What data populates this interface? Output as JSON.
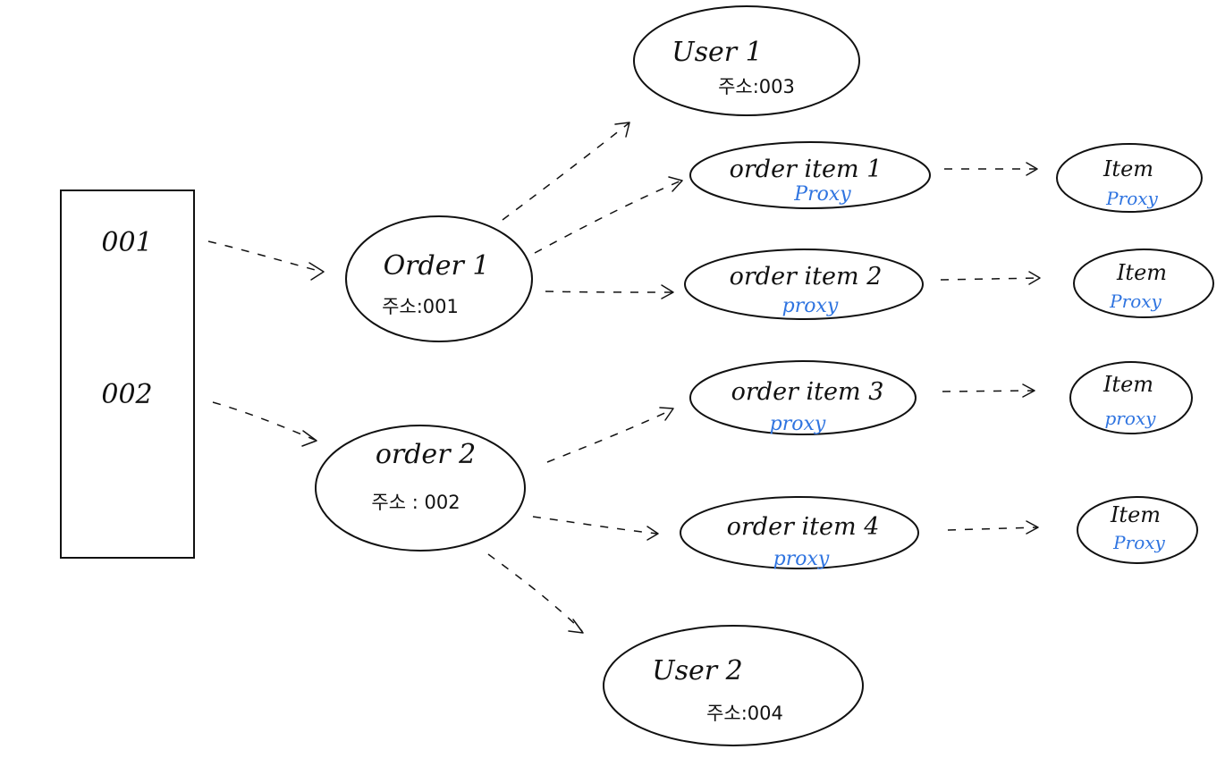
{
  "colors": {
    "ink": "#111111",
    "proxy": "#2f74e0",
    "background": "#ffffff"
  },
  "table": {
    "rows": [
      "001",
      "002"
    ]
  },
  "orders": [
    {
      "label": "Order 1",
      "sub": "주소:001"
    },
    {
      "label": "order 2",
      "sub": "주소 : 002"
    }
  ],
  "users": [
    {
      "label": "User 1",
      "sub": "주소:003"
    },
    {
      "label": "User 2",
      "sub": "주소:004"
    }
  ],
  "order_items": [
    {
      "label": "order item 1",
      "proxy": "Proxy"
    },
    {
      "label": "order item 2",
      "proxy": "proxy"
    },
    {
      "label": "order item 3",
      "proxy": "proxy"
    },
    {
      "label": "order item 4",
      "proxy": "proxy"
    }
  ],
  "items": [
    {
      "label": "Item",
      "proxy": "Proxy"
    },
    {
      "label": "Item",
      "proxy": "Proxy"
    },
    {
      "label": "Item",
      "proxy": "proxy"
    },
    {
      "label": "Item",
      "proxy": "Proxy"
    }
  ]
}
